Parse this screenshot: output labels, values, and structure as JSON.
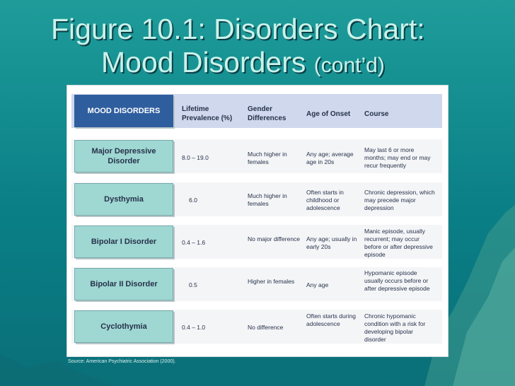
{
  "slide": {
    "title_line1": "Figure 10.1: Disorders Chart:",
    "title_line2_main": "Mood Disorders",
    "title_line2_small": "(cont’d)",
    "source": "Source: American Psychiatric Association (2000)."
  },
  "table": {
    "header": {
      "label": "MOOD DISORDERS",
      "col1": "Lifetime Prevalence (%)",
      "col2": "Gender Differences",
      "col3": "Age of Onset",
      "col4": "Course"
    },
    "rows": [
      {
        "label": "Major Depressive Disorder",
        "prevalence": "8.0 – 19.0",
        "gender": "Much higher in females",
        "onset": "Any age; average age in 20s",
        "course": "May last 6 or more months; may end or may recur frequently"
      },
      {
        "label": "Dysthymia",
        "prevalence": "6.0",
        "gender": "Much higher in females",
        "onset": "Often starts in childhood or adolescence",
        "course": "Chronic depression, which may precede major depression"
      },
      {
        "label": "Bipolar I Disorder",
        "prevalence": "0.4 – 1.6",
        "gender": "No major difference",
        "onset": "Any age; usually in early 20s",
        "course": "Manic episode, usually recurrent; may occur before or after depressive episode"
      },
      {
        "label": "Bipolar II Disorder",
        "prevalence": "0.5",
        "gender": "Higher in females",
        "onset": "Any age",
        "course": "Hypomanic episode usually occurs before or after depressive episode"
      },
      {
        "label": "Cyclothymia",
        "prevalence": "0.4 – 1.0",
        "gender": "No difference",
        "onset": "Often starts during adolescence",
        "course": "Chronic hypomanic condition with a risk for developing bipolar disorder"
      }
    ]
  },
  "colors": {
    "background": "#0a7f86",
    "title": "#c9f2ea",
    "header_label": "#2f5e9e",
    "row_label": "#9fd7d2",
    "header_band": "#cfd8ec"
  }
}
